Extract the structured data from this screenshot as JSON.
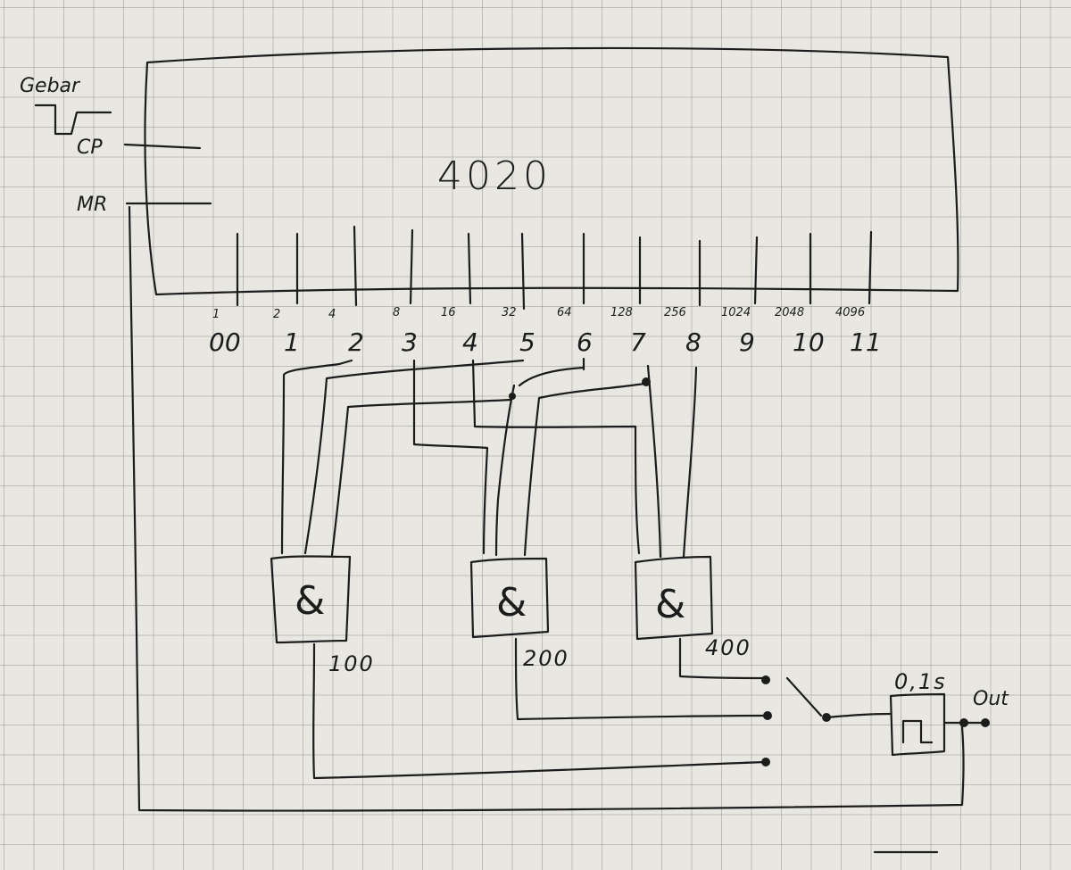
{
  "chip": {
    "title": "4020"
  },
  "inputs": {
    "generator": "Gebar",
    "clock": "CP",
    "reset": "MR"
  },
  "output_weights": [
    "1",
    "2",
    "4",
    "8",
    "16",
    "32",
    "64",
    "128",
    "256",
    "1024",
    "2048",
    "4096"
  ],
  "output_pins": [
    "00",
    "1",
    "2",
    "3",
    "4",
    "5",
    "6",
    "7",
    "8",
    "9",
    "10",
    "11"
  ],
  "gates": [
    {
      "symbol": "&",
      "value": "100"
    },
    {
      "symbol": "&",
      "value": "200"
    },
    {
      "symbol": "&",
      "value": "400"
    }
  ],
  "monoflop": {
    "duration": "0,1s"
  },
  "output_label": "Out"
}
